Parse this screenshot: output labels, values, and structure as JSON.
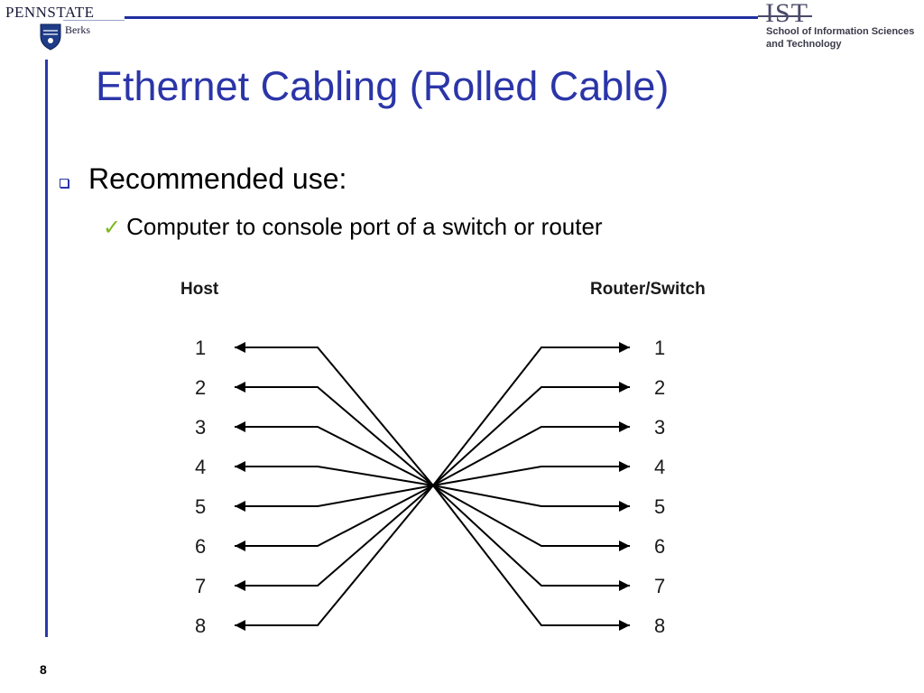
{
  "header": {
    "university_logo": {
      "name": "PENNSTATE",
      "campus": "Berks",
      "icon": "penn-state-shield-icon"
    },
    "college_logo": {
      "mark": "IST",
      "line1": "School of Information Sciences",
      "line2": "and Technology"
    }
  },
  "slide": {
    "title": "Ethernet Cabling (Rolled Cable)",
    "bullet": "Recommended use:",
    "sub_bullet": "Computer to console port of a switch or router",
    "page_number": "8"
  },
  "diagram": {
    "left_header": "Host",
    "right_header": "Router/Switch",
    "left_pins": [
      "1",
      "2",
      "3",
      "4",
      "5",
      "6",
      "7",
      "8"
    ],
    "right_pins": [
      "1",
      "2",
      "3",
      "4",
      "5",
      "6",
      "7",
      "8"
    ],
    "connections": [
      {
        "from": 1,
        "to": 8
      },
      {
        "from": 2,
        "to": 7
      },
      {
        "from": 3,
        "to": 6
      },
      {
        "from": 4,
        "to": 5
      },
      {
        "from": 5,
        "to": 4
      },
      {
        "from": 6,
        "to": 3
      },
      {
        "from": 7,
        "to": 2
      },
      {
        "from": 8,
        "to": 1
      }
    ]
  },
  "colors": {
    "title": "#2b35a8",
    "accent_rule": "#1f2f9f",
    "check": "#7ab81e"
  }
}
